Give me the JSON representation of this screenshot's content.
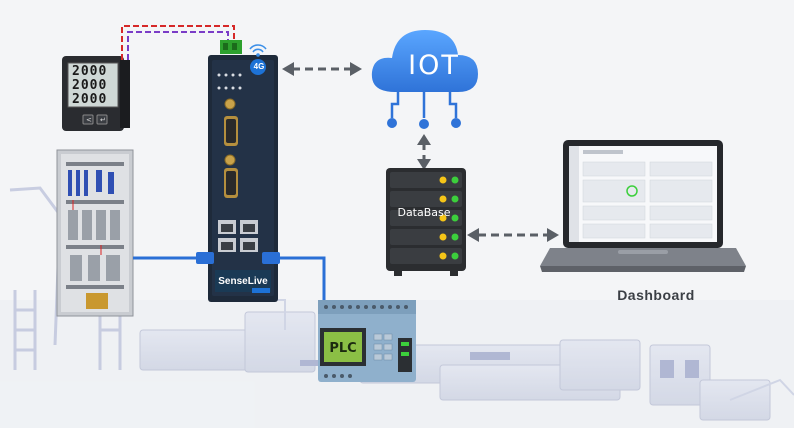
{
  "labels": {
    "iot": "IOT",
    "database": "DataBase",
    "dashboard": "Dashboard",
    "plc": "PLC",
    "brand": "SenseLive",
    "badge": "4G"
  },
  "meter": {
    "readings": [
      "2000",
      "2000",
      "2000"
    ]
  },
  "colors": {
    "cloud": "#3f8cf0",
    "arrow": "#5a5f66",
    "cable": "#2a6fd6",
    "server": "#2b2d30",
    "led_yellow": "#f5c518",
    "led_green": "#3ccf3c",
    "device": "#1e2a3a",
    "plc_screen": "#8bbf45"
  }
}
